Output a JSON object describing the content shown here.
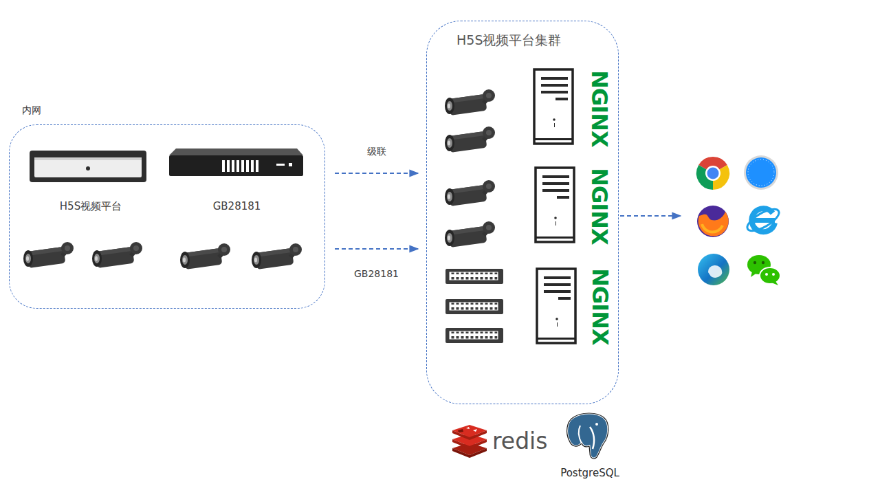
{
  "diagram": {
    "nodes": [
      {
        "text": [
          "内网"
        ]
      },
      {
        "text": [
          "H5S视频平台"
        ],
        "in": 0
      },
      {
        "text": [
          "GB28181"
        ],
        "in": 0
      },
      {
        "text": [
          "H5S视频平台集群"
        ]
      }
    ],
    "edges": [
      {
        "from": 0,
        "to": 3,
        "arrow": "to",
        "label": "级联"
      },
      {
        "from": 0,
        "to": 3,
        "arrow": "to",
        "label": "GB28181"
      }
    ],
    "labels": [
      "NGINX",
      "NGINX",
      "NGINX",
      "redis",
      "PostgreSQL"
    ]
  }
}
